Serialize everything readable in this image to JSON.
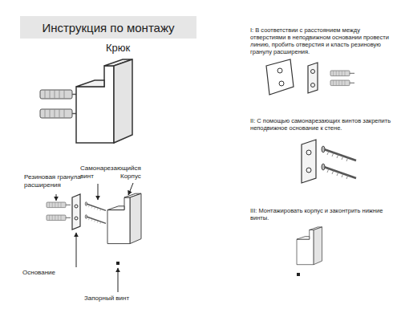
{
  "diagram": {
    "title": "Инструкция по монтажу",
    "labels": [
      "Крюк",
      "Резиновая гранула расширения",
      "Самонарезающийся винт",
      "Корпус",
      "Основание",
      "Запорный винт",
      "I: В соответствии с расстоянием между отверстиями в неподвижном основании провести линию, пробить отверстия и класть резиновую гранулу расширения.",
      "II: С помощью самонарезающих винтов закрепить неподвижное основание к стене.",
      "III: Монтажировать корпус и законтрить нижние винты."
    ]
  }
}
